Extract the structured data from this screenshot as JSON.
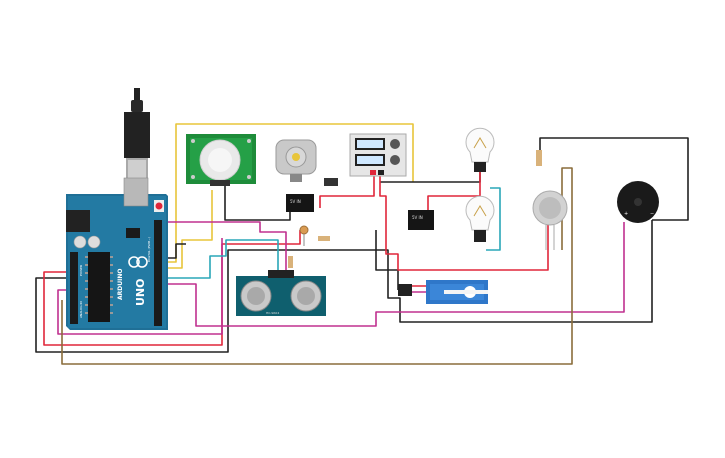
{
  "arduino": {
    "brand": "ARDUINO",
    "model": "UNO",
    "header_digital": "DIGITAL (PWM~)",
    "header_power": "POWER",
    "header_analog": "ANALOG IN"
  },
  "relay_label": "5V IN",
  "relay2_label": "5V IN",
  "ultrasonic_label": "HC-SR04",
  "colors": {
    "wire_red": "#e0263a",
    "wire_black": "#222222",
    "wire_yellow": "#e8c53a",
    "wire_magenta": "#c0308f",
    "wire_teal": "#2aa7b8",
    "wire_brown": "#8a6d3b",
    "board_blue": "#1f6f96",
    "servo_blue": "#2f77c9"
  }
}
